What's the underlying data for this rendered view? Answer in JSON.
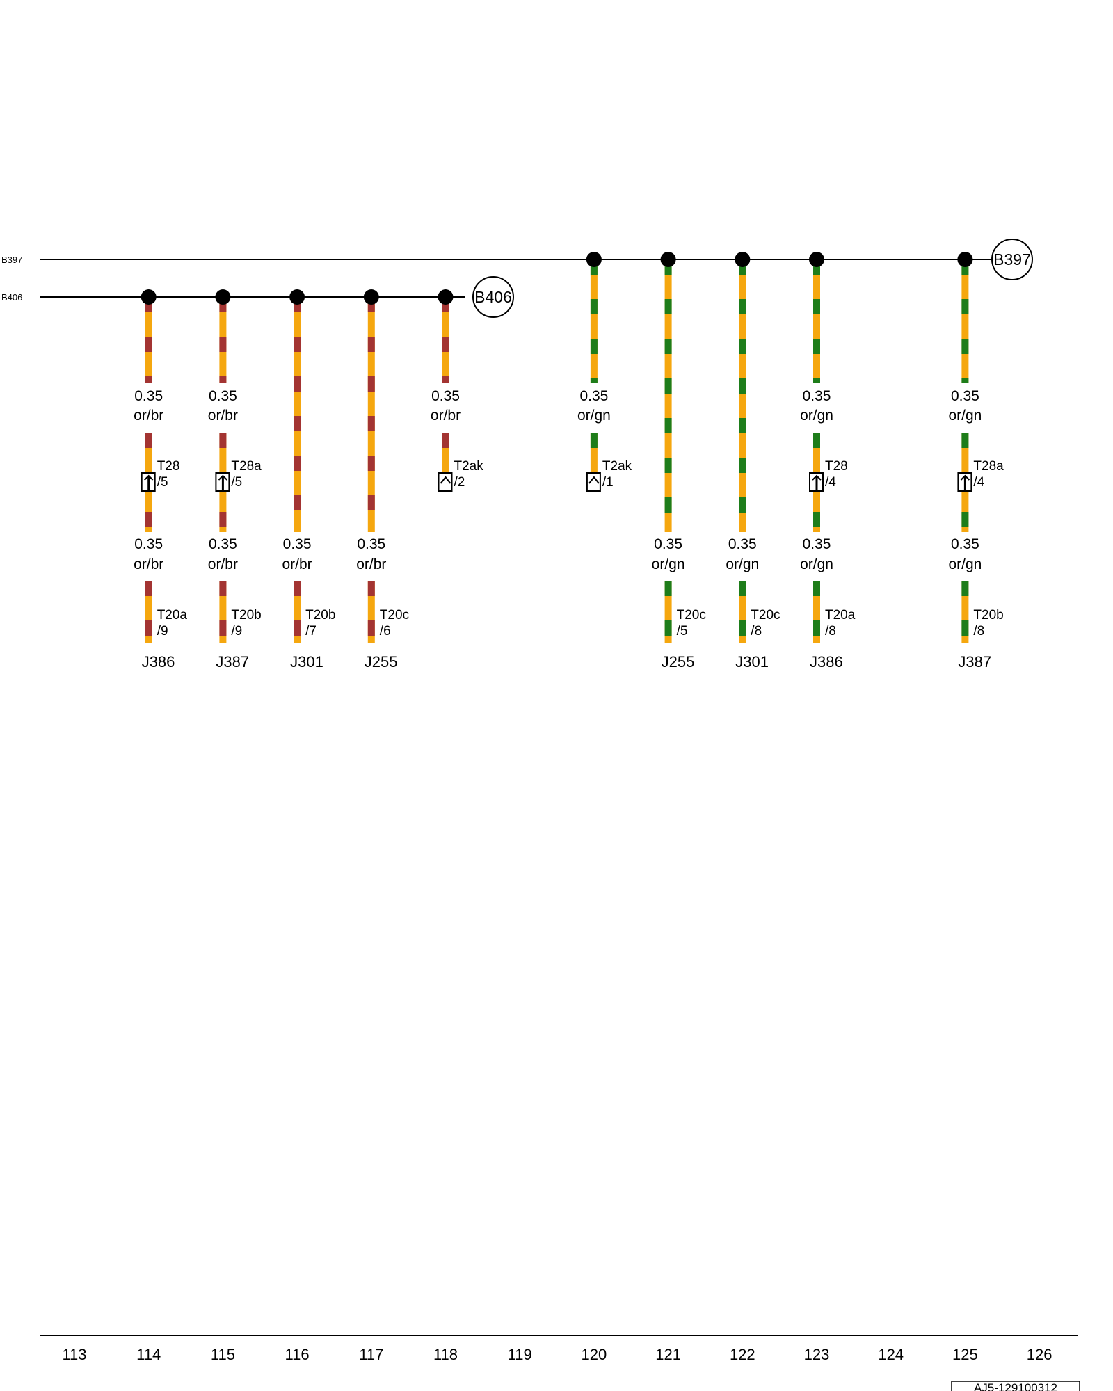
{
  "colors": {
    "orange": "#f5a70f",
    "brown": "#a33432",
    "green": "#1e7d1a",
    "line": "#000000"
  },
  "buses": [
    {
      "id": "B397",
      "label": "B397",
      "ref": "B397"
    },
    {
      "id": "B406",
      "label": "B406",
      "ref": "B406"
    }
  ],
  "wires": [
    {
      "col": "114",
      "bus": "B406",
      "stripe": "brown",
      "splitTop": true,
      "upper": {
        "gauge": "0.35",
        "color": "or/br"
      },
      "connector": {
        "name": "T28",
        "pin": "/5",
        "type": "arrow"
      },
      "lower": {
        "gauge": "0.35",
        "color": "or/br"
      },
      "end": {
        "name": "T20a",
        "pin": "/9"
      },
      "component": "J386"
    },
    {
      "col": "115",
      "bus": "B406",
      "stripe": "brown",
      "splitTop": true,
      "upper": {
        "gauge": "0.35",
        "color": "or/br"
      },
      "connector": {
        "name": "T28a",
        "pin": "/5",
        "type": "arrow"
      },
      "lower": {
        "gauge": "0.35",
        "color": "or/br"
      },
      "end": {
        "name": "T20b",
        "pin": "/9"
      },
      "component": "J387"
    },
    {
      "col": "116",
      "bus": "B406",
      "stripe": "brown",
      "splitTop": false,
      "lower": {
        "gauge": "0.35",
        "color": "or/br"
      },
      "end": {
        "name": "T20b",
        "pin": "/7"
      },
      "component": "J301"
    },
    {
      "col": "117",
      "bus": "B406",
      "stripe": "brown",
      "splitTop": false,
      "lower": {
        "gauge": "0.35",
        "color": "or/br"
      },
      "end": {
        "name": "T20c",
        "pin": "/6"
      },
      "component": "J255"
    },
    {
      "col": "118",
      "bus": "B406",
      "stripe": "brown",
      "splitTop": true,
      "upper": {
        "gauge": "0.35",
        "color": "or/br"
      },
      "connector": {
        "name": "T2ak",
        "pin": "/2",
        "type": "plug"
      }
    },
    {
      "col": "120",
      "bus": "B397",
      "stripe": "green",
      "splitTop": true,
      "upper": {
        "gauge": "0.35",
        "color": "or/gn"
      },
      "connector": {
        "name": "T2ak",
        "pin": "/1",
        "type": "plug"
      }
    },
    {
      "col": "121",
      "bus": "B397",
      "stripe": "green",
      "splitTop": false,
      "lower": {
        "gauge": "0.35",
        "color": "or/gn"
      },
      "end": {
        "name": "T20c",
        "pin": "/5"
      },
      "component": "J255"
    },
    {
      "col": "122",
      "bus": "B397",
      "stripe": "green",
      "splitTop": false,
      "lower": {
        "gauge": "0.35",
        "color": "or/gn"
      },
      "end": {
        "name": "T20c",
        "pin": "/8"
      },
      "component": "J301"
    },
    {
      "col": "123",
      "bus": "B397",
      "stripe": "green",
      "splitTop": true,
      "upper": {
        "gauge": "0.35",
        "color": "or/gn"
      },
      "connector": {
        "name": "T28",
        "pin": "/4",
        "type": "arrow"
      },
      "lower": {
        "gauge": "0.35",
        "color": "or/gn"
      },
      "end": {
        "name": "T20a",
        "pin": "/8"
      },
      "component": "J386"
    },
    {
      "col": "125",
      "bus": "B397",
      "stripe": "green",
      "splitTop": true,
      "upper": {
        "gauge": "0.35",
        "color": "or/gn"
      },
      "connector": {
        "name": "T28a",
        "pin": "/4",
        "type": "arrow"
      },
      "lower": {
        "gauge": "0.35",
        "color": "or/gn"
      },
      "end": {
        "name": "T20b",
        "pin": "/8"
      },
      "component": "J387"
    }
  ],
  "columns": [
    "113",
    "114",
    "115",
    "116",
    "117",
    "118",
    "119",
    "120",
    "121",
    "122",
    "123",
    "124",
    "125",
    "126"
  ],
  "doc_id": "AJ5-129100312"
}
